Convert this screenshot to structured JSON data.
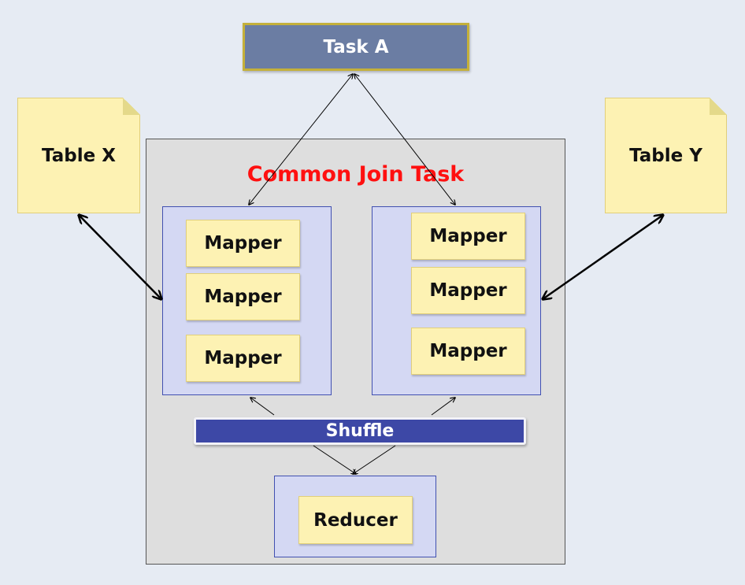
{
  "task_a": {
    "label": "Task A"
  },
  "table_x": {
    "label": "Table X"
  },
  "table_y": {
    "label": "Table Y"
  },
  "join_task": {
    "title": "Common Join Task"
  },
  "left_mappers": [
    "Mapper",
    "Mapper",
    "Mapper"
  ],
  "right_mappers": [
    "Mapper",
    "Mapper",
    "Mapper"
  ],
  "shuffle": {
    "label": "Shuffle"
  },
  "reducer": {
    "label": "Reducer"
  },
  "colors": {
    "background": "#e6ebf3",
    "task_a_fill": "#6b7da3",
    "task_a_border": "#c4b03a",
    "note_fill": "#fdf2b3",
    "join_box_fill": "#dedede",
    "group_fill": "#d4d8f3",
    "shuffle_fill": "#3d48a6",
    "join_title": "#ff1010"
  }
}
